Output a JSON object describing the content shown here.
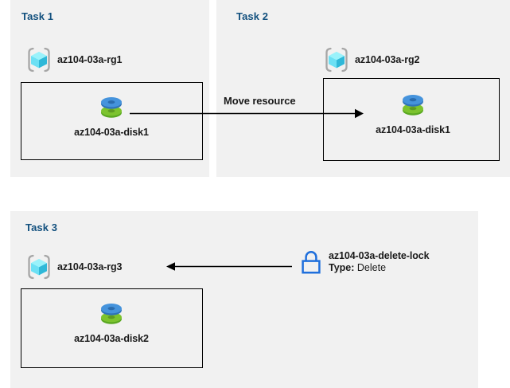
{
  "diagram": {
    "title": "Azure resource group tasks diagram",
    "colors": {
      "panel_background": "#f1f1f1",
      "page_background": "#ffffff",
      "task_title": "#12507e",
      "box_border": "#000000",
      "arrow": "#000000",
      "lock_blue": "#1f6fdc",
      "disk_blue": "#3f8fd8",
      "disk_green": "#6fb42e",
      "rg_cube_cyan": "#6fe6f5",
      "rg_bracket_gray": "#a6a6a6"
    },
    "panels": [
      {
        "id": "task1",
        "title": "Task 1",
        "resource_group": {
          "label": "az104-03a-rg1",
          "icon": "resource-group-icon"
        },
        "resource": {
          "label": "az104-03a-disk1",
          "icon": "managed-disk-icon"
        }
      },
      {
        "id": "task2",
        "title": "Task 2",
        "resource_group": {
          "label": "az104-03a-rg2",
          "icon": "resource-group-icon"
        },
        "resource": {
          "label": "az104-03a-disk1",
          "icon": "managed-disk-icon"
        }
      },
      {
        "id": "task3",
        "title": "Task 3",
        "resource_group": {
          "label": "az104-03a-rg3",
          "icon": "resource-group-icon"
        },
        "resource": {
          "label": "az104-03a-disk2",
          "icon": "managed-disk-icon"
        },
        "lock": {
          "icon": "lock-icon",
          "name": "az104-03a-delete-lock",
          "type_label": "Type:",
          "type_value": "Delete"
        }
      }
    ],
    "connectors": [
      {
        "id": "move-resource",
        "label": "Move resource",
        "direction": "right",
        "from": "az104-03a-disk1 (Task 1)",
        "to": "az104-03a-disk1 (Task 2)"
      },
      {
        "id": "lock-applies-to-rg3",
        "label": "",
        "direction": "left",
        "from": "az104-03a-delete-lock",
        "to": "az104-03a-rg3"
      }
    ]
  }
}
